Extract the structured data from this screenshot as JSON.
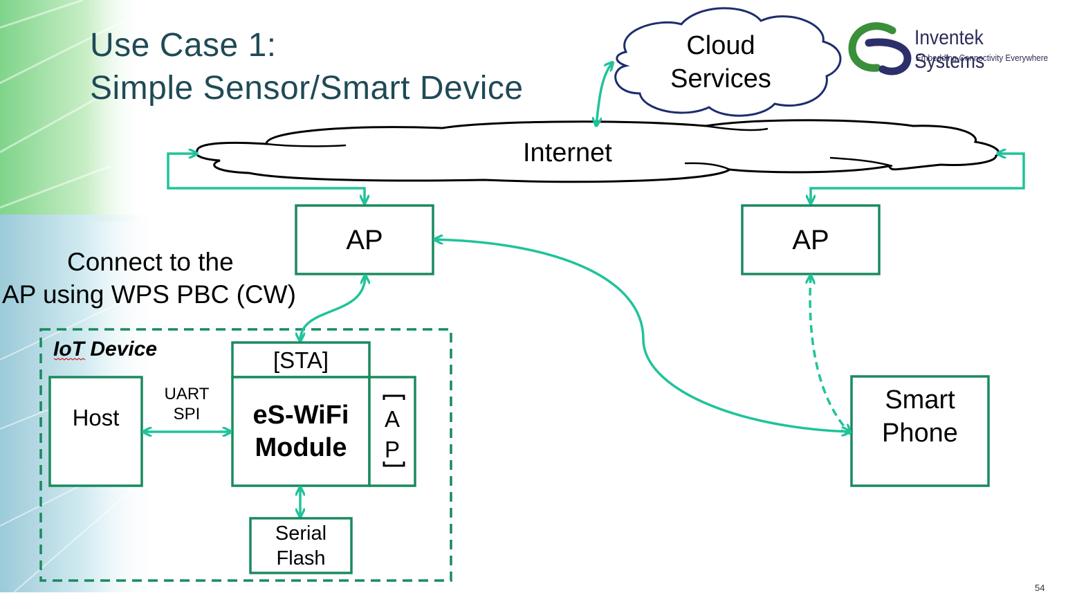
{
  "title": {
    "line1": "Use Case 1:",
    "line2": "Simple Sensor/Smart Device"
  },
  "logo": {
    "name": "Inventek Systems",
    "tagline": "Embedding Connectivity Everywhere"
  },
  "clouds": {
    "cloud_services": [
      "Cloud",
      "Services"
    ],
    "internet": "Internet"
  },
  "nodes": {
    "ap_left": "AP",
    "ap_right": "AP",
    "smart_phone": [
      "Smart",
      "Phone"
    ],
    "host": "Host",
    "sta": "[STA]",
    "module": [
      "eS-WiFi",
      "Module"
    ],
    "ap_vertical": [
      "A",
      "P"
    ],
    "serial_flash": [
      "Serial",
      "Flash"
    ]
  },
  "labels": {
    "connect_line1": "Connect to the",
    "connect_line2": "AP using WPS PBC (CW)",
    "iot_device": "IoT Device",
    "uart": "UART",
    "spi": "SPI"
  },
  "slide_number": "54",
  "colors": {
    "accent_green": "#1fc39a",
    "box_border": "#1a8a5e",
    "title": "#1f4a55"
  }
}
